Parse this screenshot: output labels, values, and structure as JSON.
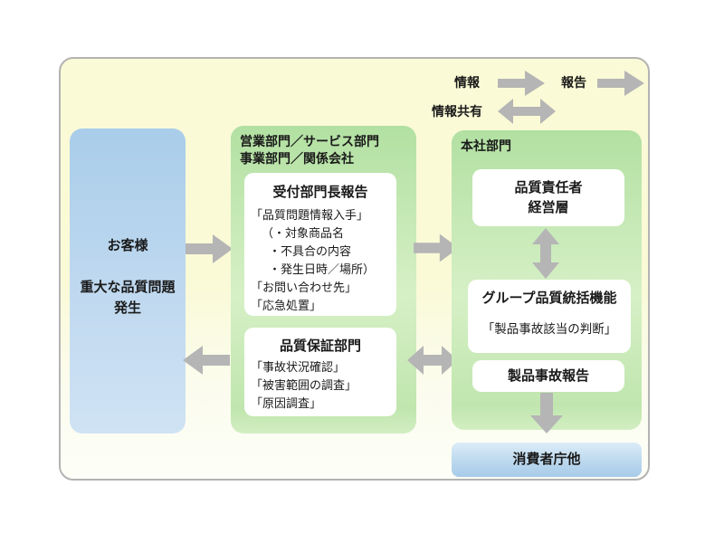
{
  "diagram": {
    "legend": {
      "info_label": "情報",
      "report_label": "報告",
      "share_label": "情報共有"
    },
    "customer_box": {
      "line1": "お客様",
      "line2": "重大な品質問題",
      "line3": "発生"
    },
    "sales_section": {
      "header_line1": "営業部門／サービス部門",
      "header_line2": "事業部門／関係会社",
      "reception_box": {
        "title": "受付部門長報告",
        "lines": [
          "「品質問題情報入手」",
          "（・対象商品名",
          "・不具合の内容",
          "・発生日時／場所）",
          "「お問い合わせ先」",
          "「応急処置」"
        ]
      },
      "qa_box": {
        "title": "品質保証部門",
        "lines": [
          "「事故状況確認」",
          "「被害範囲の調査」",
          "「原因調査」"
        ]
      }
    },
    "hq_section": {
      "header": "本社部門",
      "manager_box": {
        "line1": "品質責任者",
        "line2": "経営層"
      },
      "group_box": {
        "title": "グループ品質統括機能",
        "note": "「製品事故該当の判断」"
      },
      "incident_label": "製品事故報告"
    },
    "consumer_box": {
      "label": "消費者庁他"
    },
    "colors": {
      "background_top": "#fafad6",
      "section_green": "#b9e3a8",
      "customer_blue": "#a9cdea",
      "consumer_blue": "#b3d3ec",
      "arrow_gray": "#b5b5b5"
    }
  }
}
